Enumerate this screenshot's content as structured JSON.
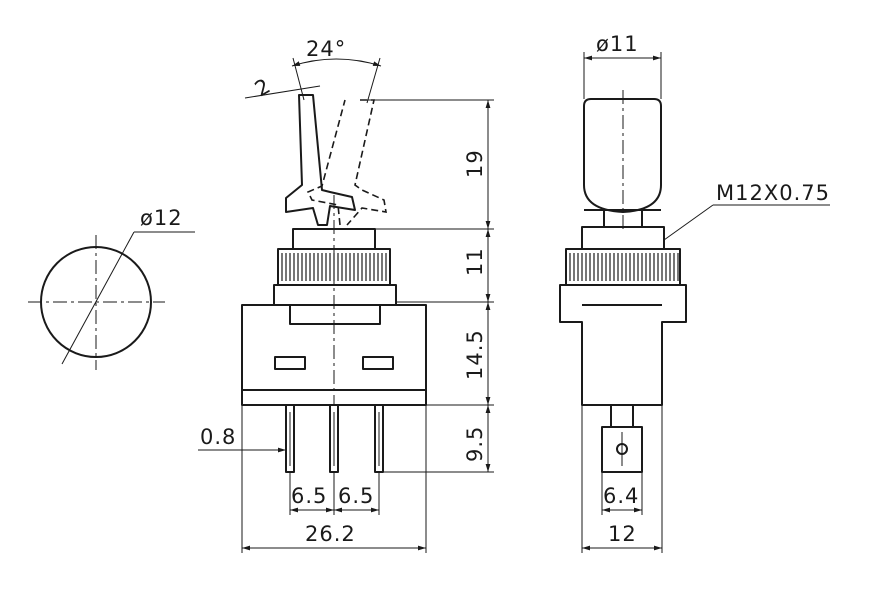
{
  "title": "",
  "dimensions": {
    "angle": "24°",
    "lever_width": "2",
    "dia_12": "ø12",
    "dia_11": "ø11",
    "thread": "M12X0.75",
    "h_lever": "19",
    "h_bushing": "11",
    "h_body": "14.5",
    "h_terminal": "9.5",
    "terminal_thickness": "0.8",
    "pitch_left": "6.5",
    "pitch_right": "6.5",
    "body_width": "26.2",
    "terminal_width": "6.4",
    "side_width": "12"
  }
}
